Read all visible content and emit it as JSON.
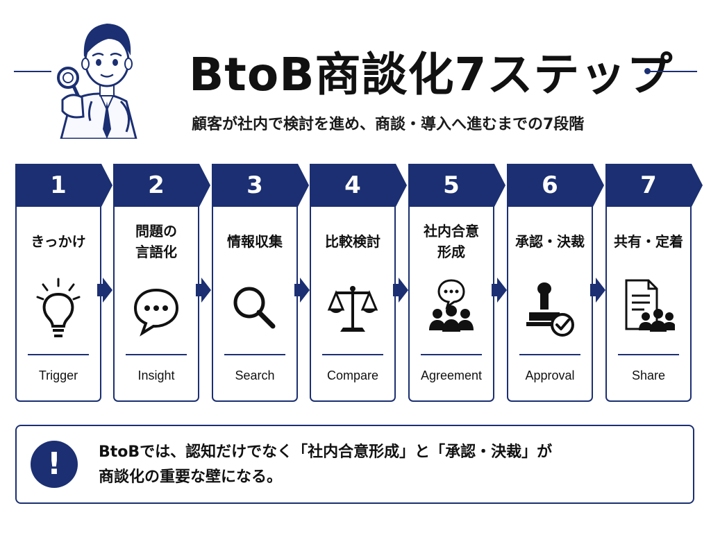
{
  "header": {
    "title": "BtoB商談化7ステップ",
    "subtitle": "顧客が社内で検討を進め、商談・導入へ進むまでの7段階"
  },
  "steps": [
    {
      "number": "1",
      "label": "きっかけ",
      "en": "Trigger",
      "icon": "lightbulb-icon"
    },
    {
      "number": "2",
      "label": "問題の\n言語化",
      "en": "Insight",
      "icon": "speech-bubble-icon"
    },
    {
      "number": "3",
      "label": "情報収集",
      "en": "Search",
      "icon": "magnifier-icon"
    },
    {
      "number": "4",
      "label": "比較検討",
      "en": "Compare",
      "icon": "scale-icon"
    },
    {
      "number": "5",
      "label": "社内合意\n形成",
      "en": "Agreement",
      "icon": "group-discussion-icon"
    },
    {
      "number": "6",
      "label": "承認・決裁",
      "en": "Approval",
      "icon": "stamp-approval-icon"
    },
    {
      "number": "7",
      "label": "共有・定着",
      "en": "Share",
      "icon": "document-team-icon"
    }
  ],
  "note": {
    "icon": "exclamation-icon",
    "symbol": "!",
    "text": "BtoBでは、認知だけでなく「社内合意形成」と「承認・決裁」が\n商談化の重要な壁になる。"
  },
  "colors": {
    "accent": "#1b2f72",
    "text": "#111111",
    "background": "#ffffff"
  }
}
